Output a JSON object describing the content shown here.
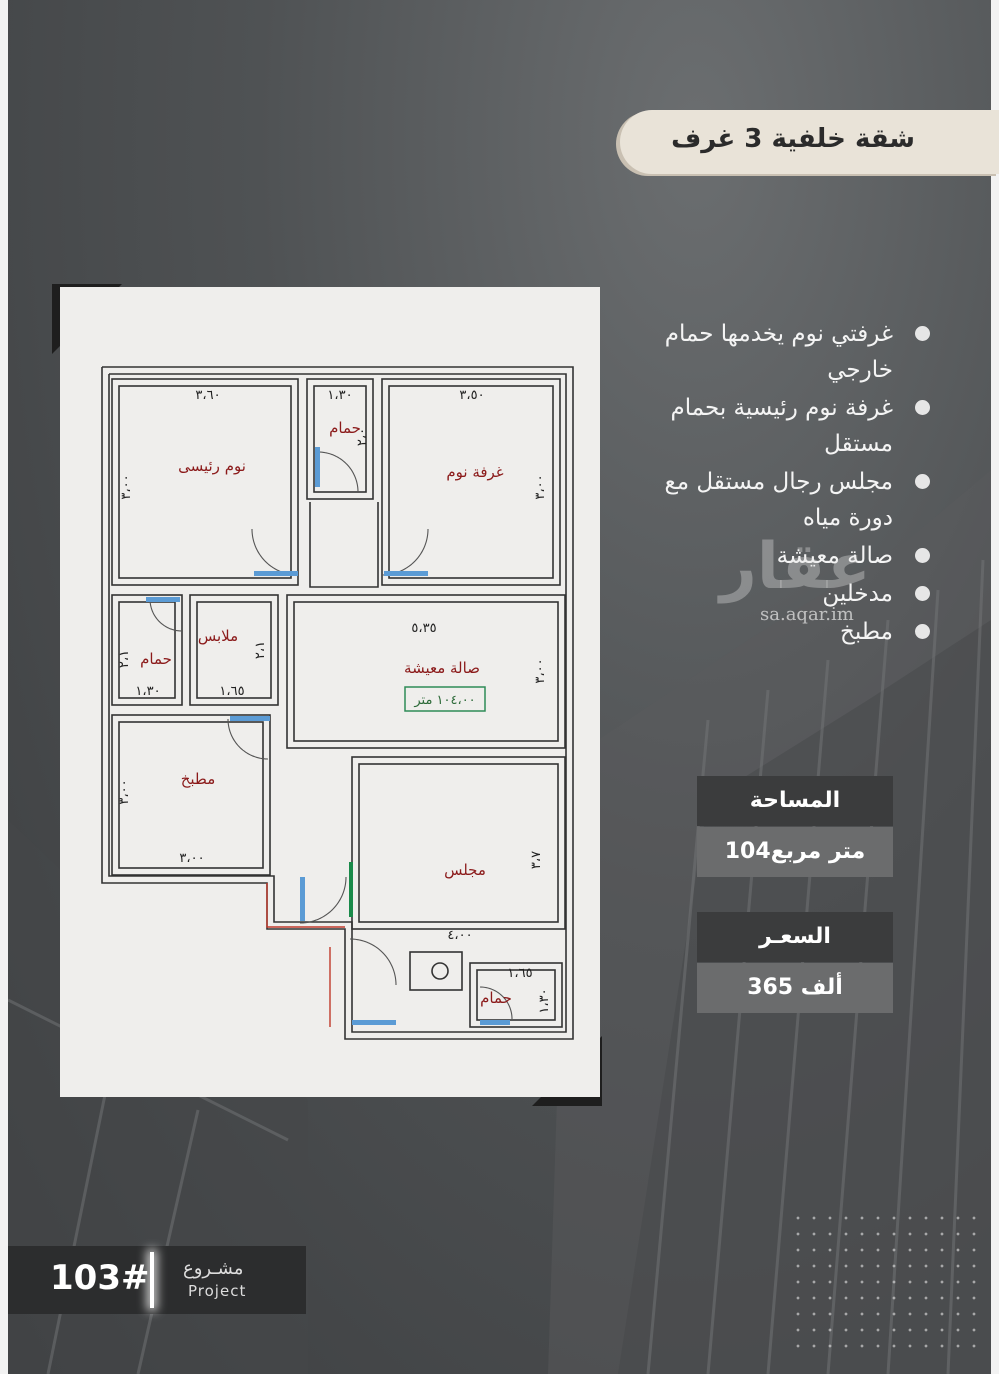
{
  "title": "شقة خلفية 3 غرف",
  "features": [
    "غرفتي نوم يخدمها حمام خارجي",
    "غرفة نوم رئيسية بحمام مستقل",
    "مجلس رجال مستقل مع دورة مياه",
    "صالة معيشة",
    "مدخلين",
    "مطبخ"
  ],
  "watermark": {
    "logo": "عقار",
    "url": "sa.aqar.im"
  },
  "area": {
    "label": "المساحة",
    "value": "104متر مربع"
  },
  "price": {
    "label": "السعـر",
    "value": "365 ألف"
  },
  "project": {
    "number": "103#",
    "label_ar": "مشـروع",
    "label_en": "Project"
  },
  "plan": {
    "rooms": {
      "master_bedroom": "نوم رئيسى",
      "bathroom_top": "حمام",
      "bedroom": "غرفة نوم",
      "closet": "ملابس",
      "bathroom_left": "حمام",
      "living_hall": "صالة معيشة",
      "living_area": "١٠٤،٠٠ متر",
      "kitchen": "مطبخ",
      "majlis": "مجلس",
      "bathroom_bottom": "حمام"
    },
    "dimensions": {
      "master_w": "٣،٦٠",
      "bath_w": "١،٣٠",
      "bed_w": "٣،٥٠",
      "master_h": "٣،٠٠",
      "bath_h": "٢،٠",
      "bed_h": "٣،٠٠",
      "living_w": "٥،٣٥",
      "living_h": "٣،٠٠",
      "closet_h": "٢،١",
      "bathl_h": "٢،١",
      "bathl_w": "١،٣٠",
      "closet_w": "١،٦٥",
      "kitchen_h": "٣،٠٠",
      "kitchen_w": "٣،٠٠",
      "majlis_h": "٣،٧",
      "majlis_w": "٤،٠٠",
      "bathb_w": "١،٦٥",
      "bathb_h": "١،٣٠"
    }
  }
}
